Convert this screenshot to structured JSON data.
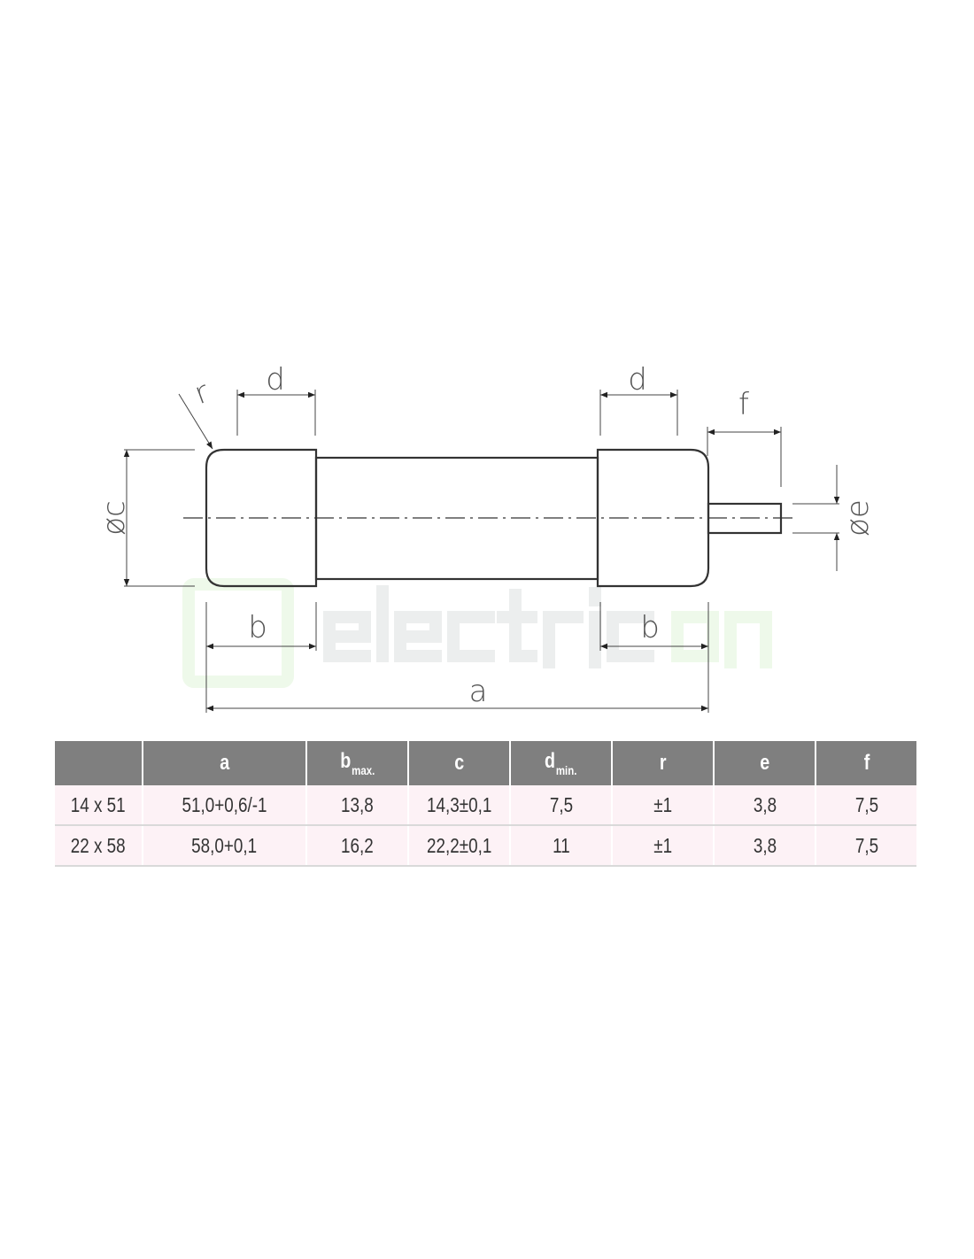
{
  "drawing": {
    "labels": {
      "d_left": "d",
      "d_right": "d",
      "f": "f",
      "r": "r",
      "c": "øc",
      "e": "øe",
      "b_left": "b",
      "b_right": "b",
      "a": "a"
    },
    "watermark": {
      "prefix": "electric",
      "suffix": "on"
    },
    "colors": {
      "line": "#333333",
      "watermark_gray": "#eceeee",
      "watermark_green": "#eef9ea"
    }
  },
  "table": {
    "headers": [
      {
        "main": "",
        "sub": ""
      },
      {
        "main": "a",
        "sub": ""
      },
      {
        "main": "b",
        "sub": "max."
      },
      {
        "main": "c",
        "sub": ""
      },
      {
        "main": "d",
        "sub": "min."
      },
      {
        "main": "r",
        "sub": ""
      },
      {
        "main": "e",
        "sub": ""
      },
      {
        "main": "f",
        "sub": ""
      }
    ],
    "rows": [
      [
        "14 x 51",
        "51,0+0,6/-1",
        "13,8",
        "14,3±0,1",
        "7,5",
        "±1",
        "3,8",
        "7,5"
      ],
      [
        "22 x 58",
        "58,0+0,1",
        "16,2",
        "22,2±0,1",
        "11",
        "±1",
        "3,8",
        "7,5"
      ]
    ],
    "colors": {
      "header_bg": "#7f7f7f",
      "row_bg": "#fdf2f6"
    }
  }
}
